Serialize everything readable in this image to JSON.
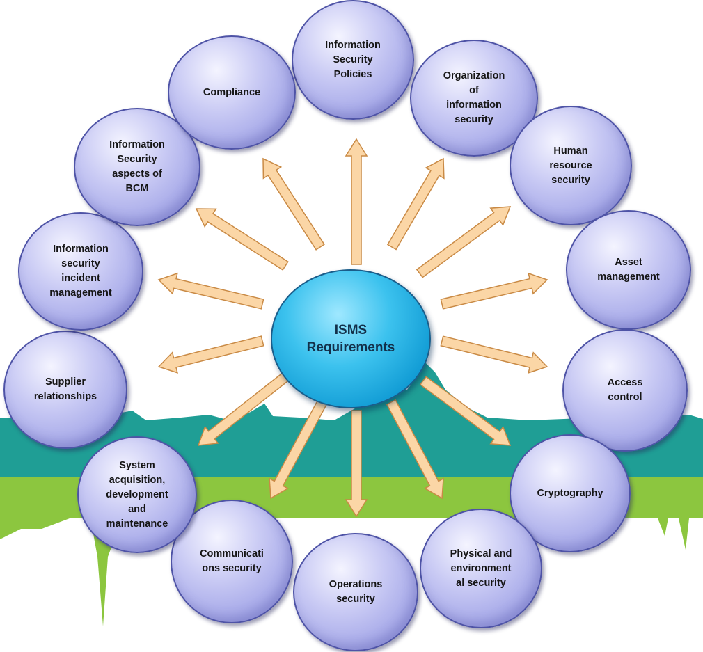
{
  "center": {
    "label": "ISMS\nRequirements"
  },
  "nodes": [
    {
      "id": "information-security-policies",
      "label": "Information\nSecurity\nPolicies"
    },
    {
      "id": "organization-of-information-security",
      "label": "Organization\nof\ninformation\nsecurity"
    },
    {
      "id": "human-resource-security",
      "label": "Human\nresource\nsecurity"
    },
    {
      "id": "asset-management",
      "label": "Asset\nmanagement"
    },
    {
      "id": "access-control",
      "label": "Access\ncontrol"
    },
    {
      "id": "cryptography",
      "label": "Cryptography"
    },
    {
      "id": "physical-and-environmental-security",
      "label": "Physical and\nenvironment\nal security"
    },
    {
      "id": "operations-security",
      "label": "Operations\nsecurity"
    },
    {
      "id": "communications-security",
      "label": "Communicati\nons security"
    },
    {
      "id": "system-acquisition",
      "label": "System\nacquisition,\ndevelopment\nand\nmaintenance"
    },
    {
      "id": "supplier-relationships",
      "label": "Supplier\nrelationships"
    },
    {
      "id": "incident-management",
      "label": "Information\nsecurity\nincident\nmanagement"
    },
    {
      "id": "bcm",
      "label": "Information\nSecurity\naspects of\nBCM"
    },
    {
      "id": "compliance",
      "label": "Compliance"
    }
  ],
  "colors": {
    "arrow_fill": "#fbd6a6",
    "arrow_stroke": "#c98a45",
    "band_teal": "#1f9e95",
    "band_green": "#8cc63f"
  }
}
